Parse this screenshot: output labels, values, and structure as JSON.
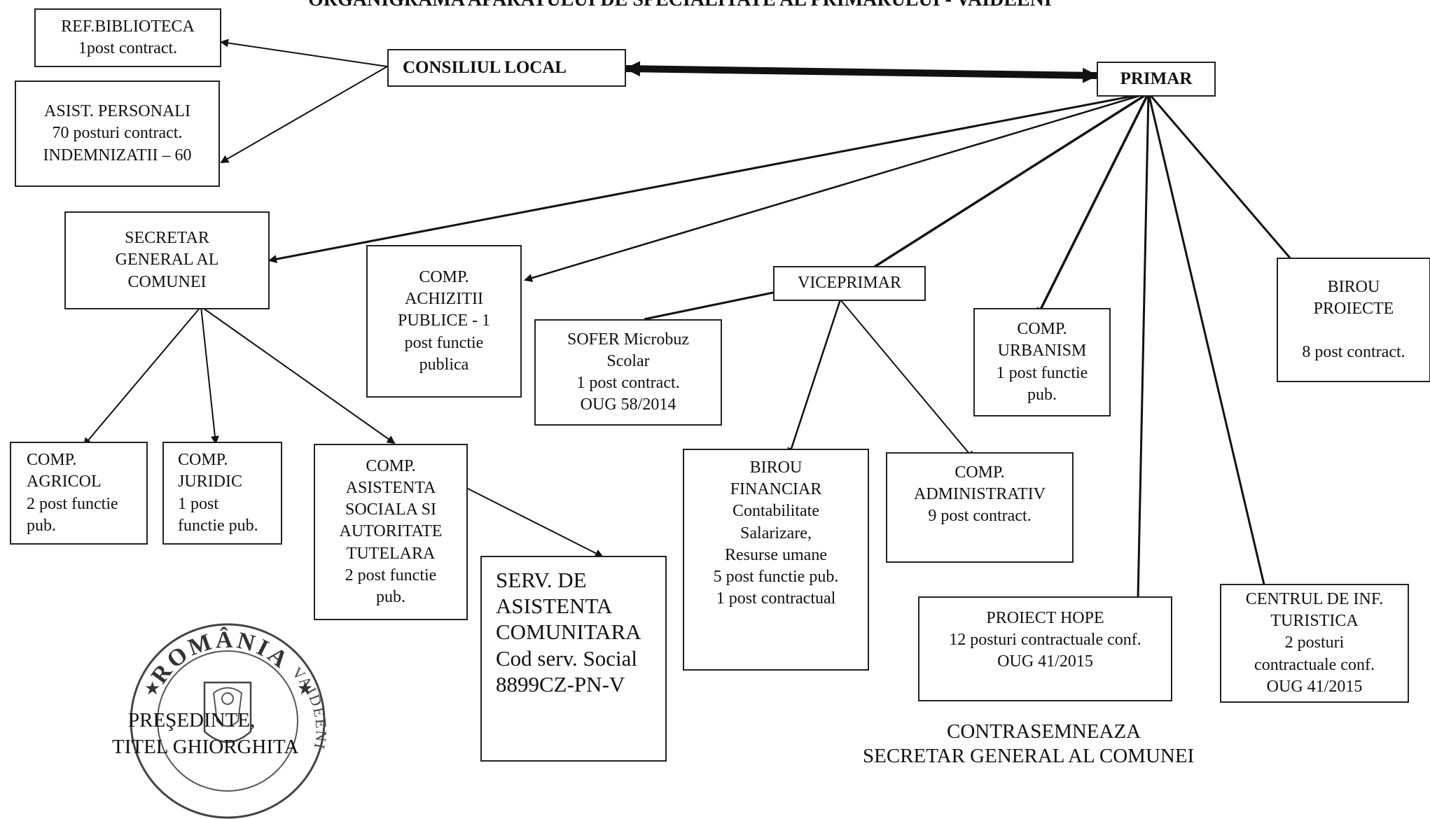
{
  "title": "ORGANIGRAMA APARATULUI DE SPECIALITATE AL PRIMARULUI - VAIDEENI",
  "boxes": {
    "ref_biblioteca": [
      "REF.BIBLIOTECA",
      "1post contract."
    ],
    "asist_personali": [
      "ASIST. PERSONALI",
      "70 posturi contract.",
      "INDEMNIZATII  – 60"
    ],
    "consiliul_local": [
      "CONSILIUL LOCAL"
    ],
    "primar": [
      "PRIMAR"
    ],
    "secretar": [
      "SECRETAR",
      "GENERAL AL",
      "COMUNEI"
    ],
    "achizitii": [
      "COMP.",
      "ACHIZITII",
      "PUBLICE - 1",
      "post functie",
      "publica"
    ],
    "sofer": [
      "SOFER Microbuz",
      "Scolar",
      "1 post contract.",
      "OUG 58/2014"
    ],
    "viceprimar": [
      "VICEPRIMAR"
    ],
    "urbanism": [
      "COMP.",
      "URBANISM",
      "1 post  functie",
      "pub."
    ],
    "birou_proiecte": [
      "BIROU",
      "PROIECTE",
      "",
      "8 post contract."
    ],
    "agricol": [
      "COMP.",
      "AGRICOL",
      "2 post functie",
      "pub."
    ],
    "juridic": [
      "COMP.",
      "JURIDIC",
      "1 post",
      "functie pub."
    ],
    "asistenta_sociala": [
      "COMP.",
      "ASISTENTA",
      "SOCIALA SI",
      "AUTORITATE",
      "TUTELARA",
      "2 post functie",
      "pub."
    ],
    "serv_asistenta": [
      "SERV. DE",
      "ASISTENTA",
      "COMUNITARA",
      "Cod serv. Social",
      "8899CZ-PN-V"
    ],
    "birou_financiar": [
      "BIROU",
      "FINANCIAR",
      "Contabilitate",
      "Salarizare,",
      "Resurse umane",
      "5 post functie  pub.",
      "1 post contractual"
    ],
    "administrativ": [
      "COMP.",
      "ADMINISTRATIV",
      "9 post contract."
    ],
    "proiect_hope": [
      "PROIECT  HOPE",
      "12 posturi contractuale conf.",
      "OUG 41/2015"
    ],
    "centrul_turistic": [
      "CENTRUL DE INF.",
      "TURISTICA",
      "2 posturi",
      "contractuale conf.",
      "OUG 41/2015"
    ]
  },
  "signatures": {
    "presedinte": "PREŞEDINTE,",
    "presedinte_name": "TITEL GHIORGHITA",
    "contrasemneaza": "CONTRASEMNEAZA",
    "secretar_general": "SECRETAR GENERAL AL COMUNEI"
  },
  "stamp": {
    "country": "ROMÂNIA",
    "town": "VAIDEENI"
  },
  "colors": {
    "line": "#111111",
    "box_border": "#222222",
    "background": "#ffffff",
    "stamp": "#333333"
  }
}
